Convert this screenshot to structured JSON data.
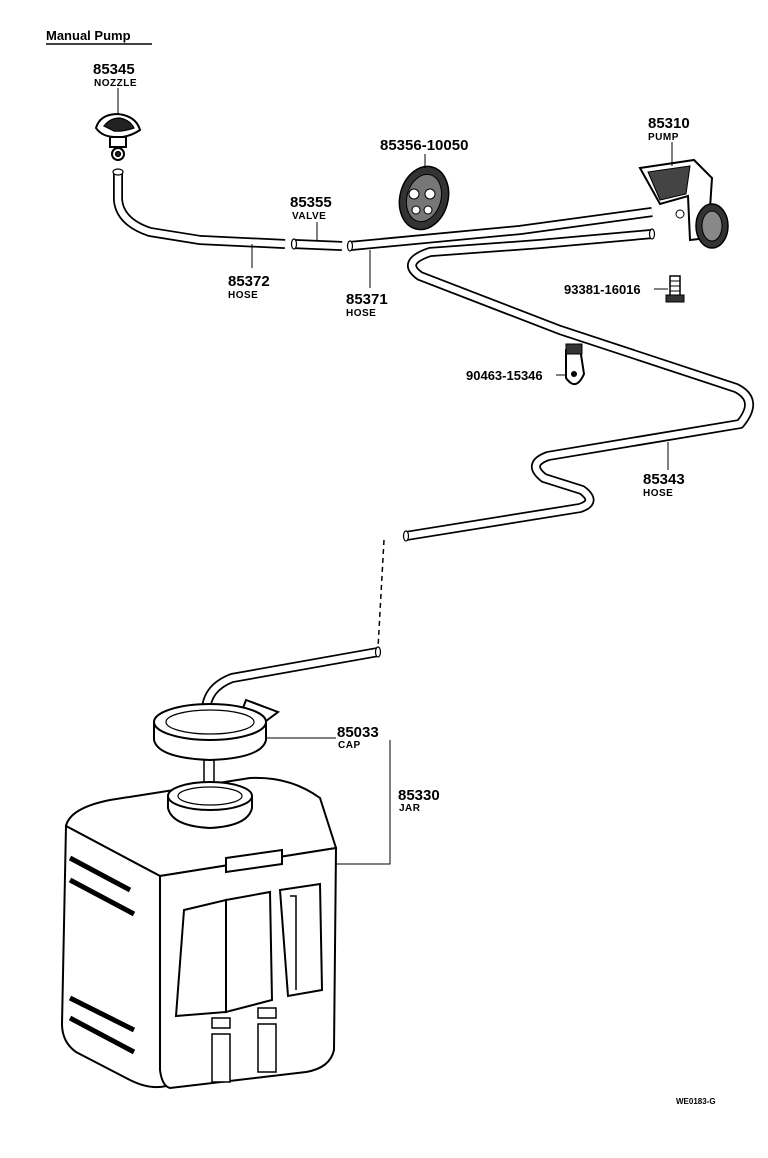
{
  "title": "Manual Pump",
  "figure_code": "WE0183-G",
  "parts": {
    "nozzle": {
      "number": "85345",
      "name": "NOZZLE"
    },
    "hose_85372": {
      "number": "85372",
      "name": "HOSE"
    },
    "valve": {
      "number": "85355",
      "name": "VALVE"
    },
    "grommet": {
      "number": "85356-10050",
      "name": ""
    },
    "hose_85371": {
      "number": "85371",
      "name": "HOSE"
    },
    "pump": {
      "number": "85310",
      "name": "PUMP"
    },
    "screw": {
      "number": "93381-16016",
      "name": ""
    },
    "clamp": {
      "number": "90463-15346",
      "name": ""
    },
    "hose_85343": {
      "number": "85343",
      "name": "HOSE"
    },
    "cap": {
      "number": "85033",
      "name": "CAP"
    },
    "jar": {
      "number": "85330",
      "name": "JAR"
    }
  }
}
